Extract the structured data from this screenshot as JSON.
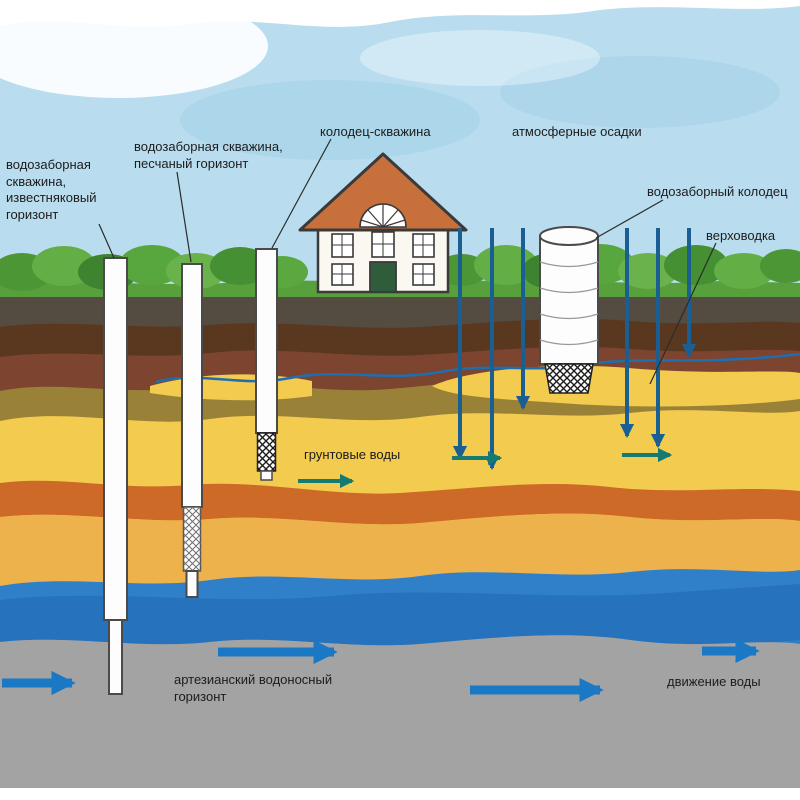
{
  "diagram": {
    "labels": {
      "well_limestone": "водозаборная\nскважина,\nизвестняковый\nгоризонт",
      "well_sand": "водозаборная скважина,\nпесчаный горизонт",
      "well_borehole": "колодец-скважина",
      "precipitation": "атмосферные осадки",
      "dug_well": "водозаборный колодец",
      "perched_water": "верховодка",
      "groundwater": "грунтовые воды",
      "artesian": "артезианский водоносный\nгоризонт",
      "water_movement": "движение воды"
    },
    "palette": {
      "sky": "#b9ddee",
      "grass": "#58a03c",
      "topsoil": "#544b41",
      "dark_brown": "#5a3820",
      "red_brown": "#7d4430",
      "olive": "#9a8138",
      "sand": "#f3cb4e",
      "clay": "#cd6a28",
      "speckled_sand": "#eeb24d",
      "water": "#2f80c9",
      "rock": "#a4a4a4",
      "roof": "#c8703c",
      "wall": "#fbf8f1",
      "door": "#2f5d3c",
      "arrow_infiltration": "#1a5f93",
      "arrow_flow": "#157a72",
      "arrow_big": "#1b78c4",
      "water_line": "#1f6fb0",
      "text": "#1c1c1c"
    }
  }
}
